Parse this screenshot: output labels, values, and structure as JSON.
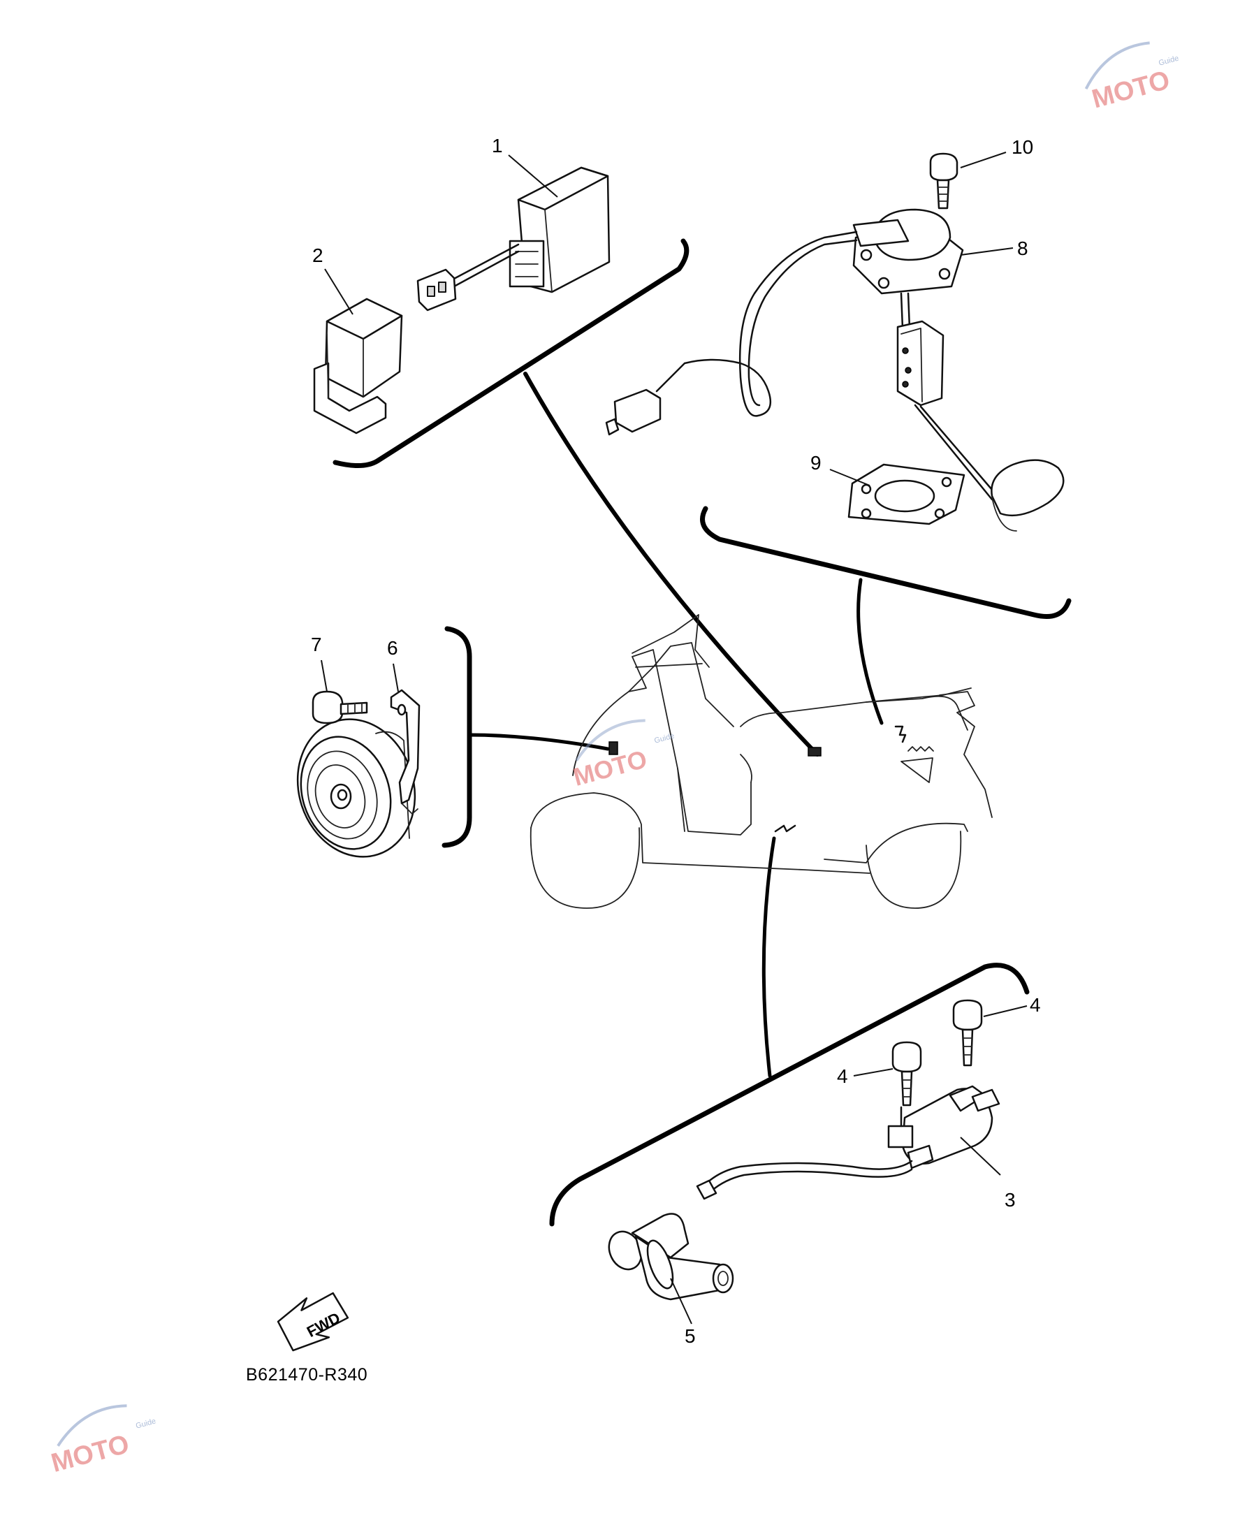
{
  "diagram": {
    "part_code": "B621470-R340",
    "fwd_label": "FWD",
    "callouts": [
      "1",
      "2",
      "3",
      "4",
      "4",
      "5",
      "6",
      "7",
      "8",
      "9",
      "10"
    ],
    "watermark": {
      "text": "MOTO",
      "sub": "Guide"
    }
  }
}
